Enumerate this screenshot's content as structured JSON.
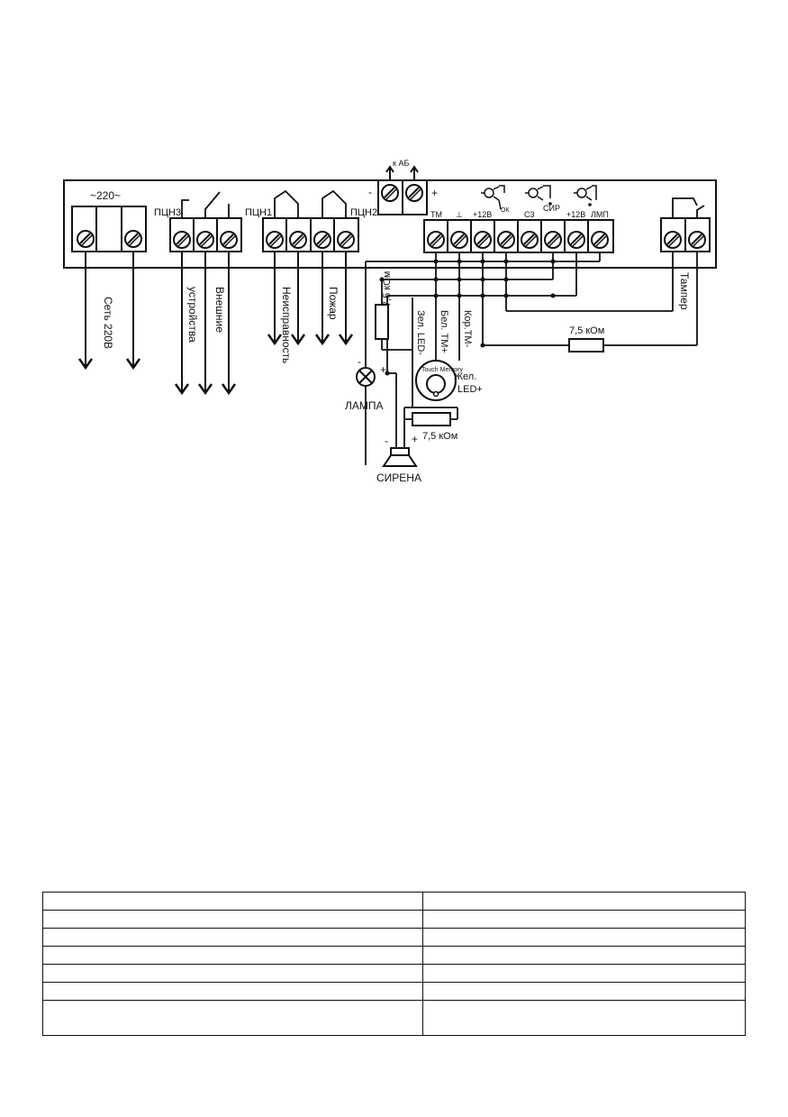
{
  "diagram": {
    "labels": {
      "power_220": "~220~",
      "battery": "к АБ",
      "battery_minus": "-",
      "battery_plus": "+",
      "pcn3": "ПЦН3",
      "pcn1": "ПЦН1",
      "pcn2": "ПЦН2",
      "t_tm": "ТМ",
      "t_gnd": "⊥",
      "t_12v_1": "+12В",
      "t_ok": "ОК",
      "t_s3": "С3",
      "t_sir": "СИР",
      "t_12v_2": "+12В",
      "t_lmp": "ЛМП",
      "net_220": "Сеть 220В",
      "ustroystva": "устройства",
      "vneshnie": "Внешние",
      "neispravnost": "Неисправность",
      "pozhar": "Пожар",
      "tamper": "Тампер",
      "r1": "7,5 кОм",
      "r2": "7,5 кОм",
      "r3": "7,5 кОм",
      "zel_led": "Зел. LED-",
      "bel_tm": "Бел. TM+",
      "kor_tm": "Кор.TM-",
      "zhel": "Жел.",
      "led_plus": "LED+",
      "touch_memory": "Touch Memory",
      "lamp": "ЛАМПА",
      "lamp_minus": "-",
      "lamp_plus": "+",
      "siren": "СИРЕНА",
      "siren_minus": "-",
      "siren_plus": "+"
    },
    "terminal_groups": [
      {
        "name": "power",
        "count": 2
      },
      {
        "name": "pcn3",
        "count": 3
      },
      {
        "name": "pcn1-pcn2",
        "count": 4
      },
      {
        "name": "battery",
        "count": 2
      },
      {
        "name": "loop-outputs",
        "count": 8
      },
      {
        "name": "tamper",
        "count": 2
      }
    ]
  },
  "table": {
    "rows": [
      [
        "",
        ""
      ],
      [
        "",
        ""
      ],
      [
        "",
        ""
      ],
      [
        "",
        ""
      ],
      [
        "",
        ""
      ],
      [
        "",
        ""
      ],
      [
        "",
        ""
      ]
    ]
  }
}
